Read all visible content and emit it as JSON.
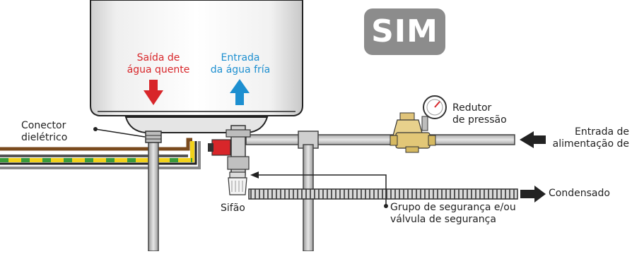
{
  "badge": {
    "label": "SIM"
  },
  "labels": {
    "hot_outlet_line1": "Saída de",
    "hot_outlet_line2": "água quente",
    "cold_inlet_line1": "Entrada",
    "cold_inlet_line2": "da água fría",
    "dielectric_line1": "Conector",
    "dielectric_line2": "dielétrico",
    "reducer_line1": "Redutor",
    "reducer_line2": "de pressão",
    "supply_line1": "Entrada de",
    "supply_line2": "alimentação de",
    "condensate": "Condensado",
    "siphon": "Sifão",
    "safety_line1": "Grupo de segurança e/ou",
    "safety_line2": "válvula de segurança"
  },
  "colors": {
    "hot": "#d8262a",
    "cold": "#1d8fd0",
    "badge": "#8c8c8c",
    "pipe": "#c9c9c9",
    "pipe_edge": "#555555"
  }
}
